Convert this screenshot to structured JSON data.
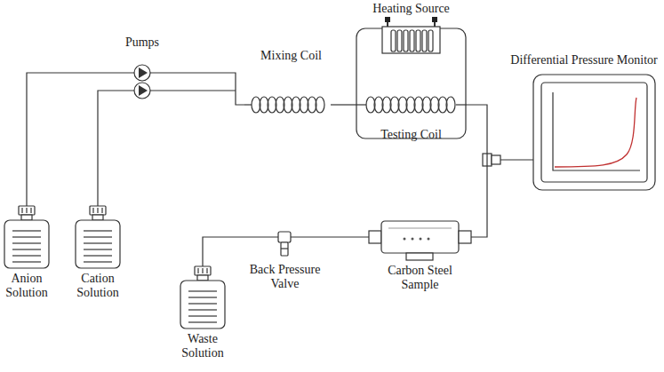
{
  "diagram": {
    "nodes": [
      {
        "text": [
          "Anion Solution"
        ]
      },
      {
        "text": [
          "Cation Solution"
        ]
      },
      {
        "text": [
          "Pumps"
        ]
      },
      {
        "text": [
          "Mixing Coil"
        ]
      },
      {
        "text": [
          "Heating Source",
          "Testing Coil"
        ]
      },
      {
        "text": [
          "Differential Pressure Monitor"
        ]
      },
      {
        "text": [
          "Carbon Steel Sample"
        ]
      },
      {
        "text": [
          "Back Pressure Valve"
        ]
      },
      {
        "text": [
          "Waste Solution"
        ]
      }
    ],
    "edges": [
      {
        "from": 0,
        "to": 2,
        "arrow": "none"
      },
      {
        "from": 1,
        "to": 2,
        "arrow": "none"
      },
      {
        "from": 2,
        "to": 3,
        "arrow": "none"
      },
      {
        "from": 3,
        "to": 4,
        "arrow": "none"
      },
      {
        "from": 4,
        "to": 6,
        "arrow": "none"
      },
      {
        "from": 6,
        "to": 7,
        "arrow": "none"
      },
      {
        "from": 7,
        "to": 8,
        "arrow": "none"
      }
    ]
  }
}
